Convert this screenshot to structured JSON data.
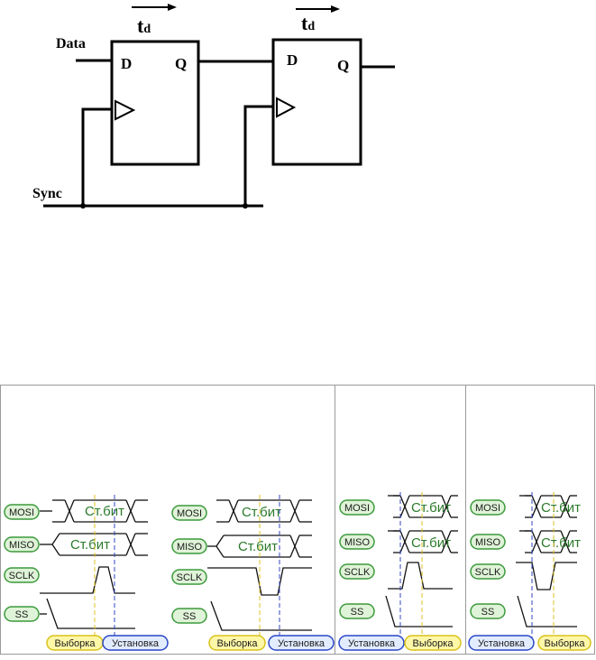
{
  "flipflop": {
    "data_label": "Data",
    "sync_label": "Sync",
    "td_label": "t",
    "td_sub": "d",
    "d_label": "D",
    "q_label": "Q"
  },
  "timing": {
    "signals": [
      "MOSI",
      "MISO",
      "SCLK",
      "SS"
    ],
    "start_bit": "Ст.бит",
    "sample": "Выборка",
    "setup": "Установка",
    "colors": {
      "green_fill": "#dff3d8",
      "green_stroke": "#3c9a3c",
      "yellow_fill": "#fff7a8",
      "yellow_stroke": "#d8c21a",
      "blue_fill": "#e2ecff",
      "blue_stroke": "#2a46c8",
      "yellow_dash": "#e0c020",
      "blue_dash": "#3346c0"
    }
  }
}
